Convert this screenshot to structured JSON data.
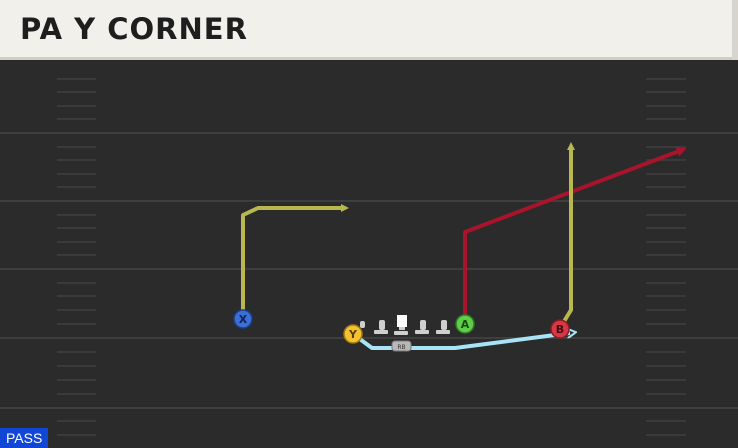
{
  "header": {
    "title": "PA Y CORNER"
  },
  "footer": {
    "play_type": "PASS"
  },
  "players": {
    "x": {
      "label": "X",
      "color": "#3b6fd6"
    },
    "y": {
      "label": "Y",
      "color": "#f2c230"
    },
    "a": {
      "label": "A",
      "color": "#5fcc4a"
    },
    "b": {
      "label": "B",
      "color": "#d43a46"
    },
    "rb": {
      "label": "RB"
    }
  },
  "colors": {
    "route_yellow": "#b9b84f",
    "route_red": "#a8142c",
    "route_blue": "#a8e4f6",
    "field": "#2b2b2b",
    "yard_line": "#3e3e3e"
  }
}
